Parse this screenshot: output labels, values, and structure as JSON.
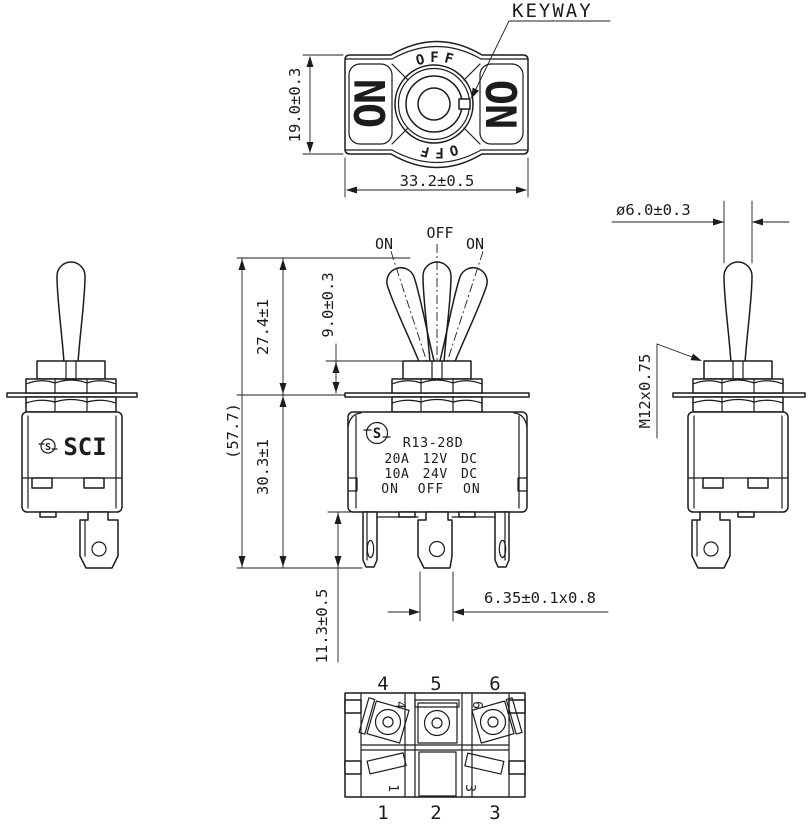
{
  "drawing": {
    "part_family": "toggle switch",
    "keyway_label": "KEYWAY"
  },
  "top_view": {
    "off_top": "OFF",
    "off_bottom": "OFF",
    "on_left": "ON",
    "on_right": "ON",
    "dim_height": "19.0±0.3",
    "dim_width": "33.2±0.5"
  },
  "front_view": {
    "pos_left": "ON",
    "pos_center": "OFF",
    "pos_right": "ON",
    "dim_overall": "(57.7)",
    "dim_lever": "27.4±1",
    "dim_bushing": "9.0±0.3",
    "dim_body": "30.3±1",
    "dim_terminal_length": "11.3±0.5",
    "dim_terminal_blade": "6.35±0.1x0.8",
    "label": {
      "logo": "S",
      "model": "R13-28D",
      "rating1": "20A 12V DC",
      "rating2": "10A 24V DC",
      "positions": "ON OFF ON"
    }
  },
  "left_view": {
    "logo": "S",
    "brand": "SCI"
  },
  "right_view": {
    "dim_lever_diameter": "ø6.0±0.3",
    "thread_spec": "M12x0.75"
  },
  "bottom_view": {
    "terminals_top": [
      "4",
      "5",
      "6"
    ],
    "terminals_bottom": [
      "1",
      "2",
      "3"
    ],
    "inner_top": [
      "4",
      "6"
    ],
    "inner_bottom": [
      "1",
      "3"
    ]
  },
  "colors": {
    "line": "#1c1c1c",
    "background": "#ffffff"
  }
}
